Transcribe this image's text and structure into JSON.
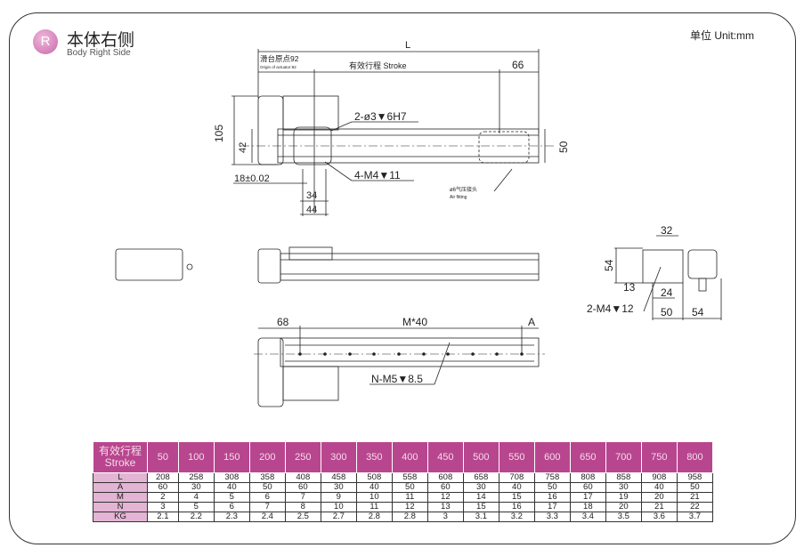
{
  "header": {
    "logo_letter": "R",
    "title": "本体右侧",
    "subtitle": "Body Right Side",
    "unit": "单位 Unit:mm"
  },
  "top_view": {
    "L": "L",
    "origin": "滑台原点92",
    "origin_en": "Origin of actuator:92",
    "stroke": "有效行程 Stroke",
    "dim_66": "66",
    "dim_105": "105",
    "dim_42": "42",
    "dim_50": "50",
    "pin_hole": "2-ø3▼6H7",
    "tap_hole": "4-M4▼11",
    "tolerance": "18±0.02",
    "dim_34": "34",
    "dim_44": "44",
    "air": "ø6气压接头",
    "air_en": "Air fitting"
  },
  "side_view": {
    "dim_32": "32",
    "dim_54": "54",
    "dim_13": "13",
    "dim_24": "24",
    "tap": "2-M4▼12",
    "dim_50": "50",
    "dim_54b": "54"
  },
  "bottom_view": {
    "dim_68": "68",
    "pitch": "M*40",
    "dim_A": "A",
    "holes": "N-M5▼8.5"
  },
  "table": {
    "header_cn": "有效行程",
    "header_en": "Stroke",
    "strokes": [
      "50",
      "100",
      "150",
      "200",
      "250",
      "300",
      "350",
      "400",
      "450",
      "500",
      "550",
      "600",
      "650",
      "700",
      "750",
      "800"
    ],
    "rows": [
      {
        "label": "L",
        "values": [
          "208",
          "258",
          "308",
          "358",
          "408",
          "458",
          "508",
          "558",
          "608",
          "658",
          "708",
          "758",
          "808",
          "858",
          "908",
          "958"
        ]
      },
      {
        "label": "A",
        "values": [
          "60",
          "30",
          "40",
          "50",
          "60",
          "30",
          "40",
          "50",
          "60",
          "30",
          "40",
          "50",
          "60",
          "30",
          "40",
          "50"
        ]
      },
      {
        "label": "M",
        "values": [
          "2",
          "4",
          "5",
          "6",
          "7",
          "9",
          "10",
          "11",
          "12",
          "14",
          "15",
          "16",
          "17",
          "19",
          "20",
          "21"
        ]
      },
      {
        "label": "N",
        "values": [
          "3",
          "5",
          "6",
          "7",
          "8",
          "10",
          "11",
          "12",
          "13",
          "15",
          "16",
          "17",
          "18",
          "20",
          "21",
          "22"
        ]
      },
      {
        "label": "KG",
        "values": [
          "2.1",
          "2.2",
          "2.3",
          "2.4",
          "2.5",
          "2.7",
          "2.8",
          "2.8",
          "3",
          "3.1",
          "3.2",
          "3.3",
          "3.4",
          "3.5",
          "3.6",
          "3.7"
        ]
      }
    ]
  },
  "colors": {
    "header_bg": "#b8468e",
    "label_bg": "#e3b4d3"
  }
}
